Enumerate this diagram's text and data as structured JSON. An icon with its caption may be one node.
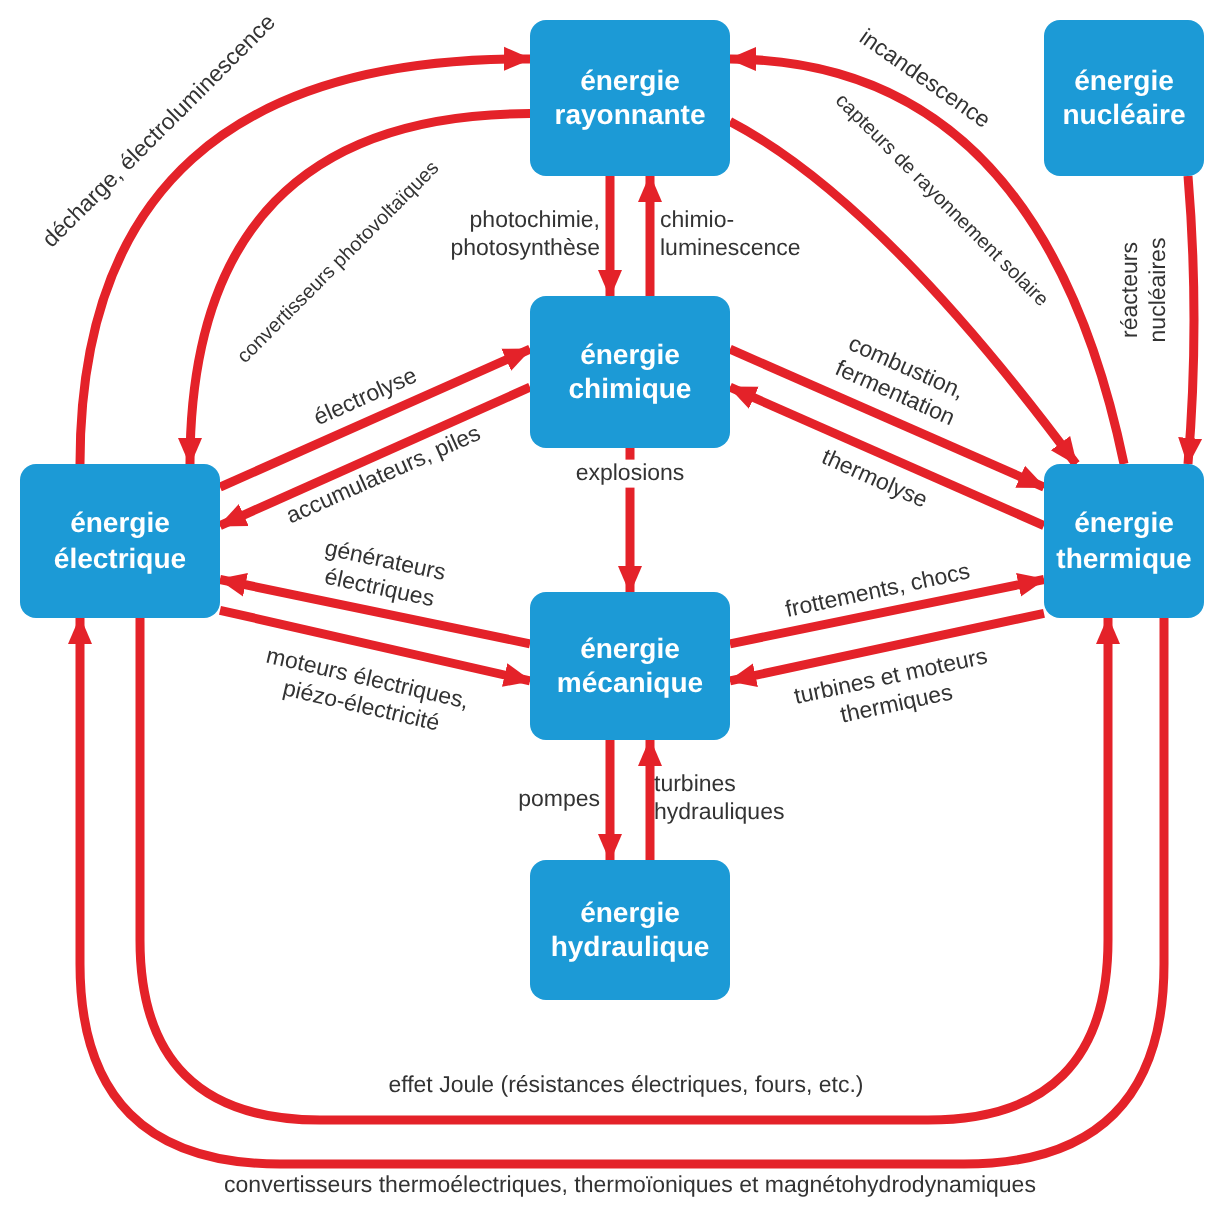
{
  "diagram": {
    "nodes": [
      {
        "text": [
          "énergie rayonnante"
        ]
      },
      {
        "text": [
          "énergie nucléaire"
        ]
      },
      {
        "text": [
          "énergie chimique"
        ]
      },
      {
        "text": [
          "énergie électrique"
        ]
      },
      {
        "text": [
          "énergie thermique"
        ]
      },
      {
        "text": [
          "énergie mécanique"
        ]
      },
      {
        "text": [
          "énergie hydraulique"
        ]
      }
    ],
    "edges": [
      {
        "from": 3,
        "to": 0,
        "arrow": "to",
        "label": "décharge, électroluminescence"
      },
      {
        "from": 0,
        "to": 3,
        "arrow": "to",
        "label": "convertisseurs photovoltaïques"
      },
      {
        "from": 4,
        "to": 0,
        "arrow": "to",
        "label": "incandescence"
      },
      {
        "from": 0,
        "to": 4,
        "arrow": "to",
        "label": "capteurs de rayonnement solaire"
      },
      {
        "from": 0,
        "to": 2,
        "arrow": "to",
        "label": "photochimie, photosynthèse"
      },
      {
        "from": 2,
        "to": 0,
        "arrow": "to",
        "label": "chimio- luminescence"
      },
      {
        "from": 3,
        "to": 2,
        "arrow": "to",
        "label": "électrolyse"
      },
      {
        "from": 2,
        "to": 3,
        "arrow": "to",
        "label": "accumulateurs, piles"
      },
      {
        "from": 2,
        "to": 4,
        "arrow": "to",
        "label": "combustion, fermentation"
      },
      {
        "from": 4,
        "to": 2,
        "arrow": "to",
        "label": "thermolyse"
      },
      {
        "from": 1,
        "to": 4,
        "arrow": "to",
        "label": "réacteurs nucléaires"
      },
      {
        "from": 2,
        "to": 5,
        "arrow": "to",
        "label": "explosions"
      },
      {
        "from": 5,
        "to": 3,
        "arrow": "to",
        "label": "générateurs électriques"
      },
      {
        "from": 3,
        "to": 5,
        "arrow": "to",
        "label": "moteurs électriques, piézo-électricité"
      },
      {
        "from": 5,
        "to": 4,
        "arrow": "to",
        "label": "frottements, chocs"
      },
      {
        "from": 4,
        "to": 5,
        "arrow": "to",
        "label": "turbines et moteurs thermiques"
      },
      {
        "from": 5,
        "to": 6,
        "arrow": "to",
        "label": "pompes"
      },
      {
        "from": 6,
        "to": 5,
        "arrow": "to",
        "label": "turbines hydrauliques"
      },
      {
        "from": 3,
        "to": 4,
        "arrow": "to",
        "label": "effet Joule (résistances électriques, fours, etc.)"
      },
      {
        "from": 4,
        "to": 3,
        "arrow": "to",
        "label": "convertisseurs thermoélectriques, thermoïoniques et magnétohydrodynamiques"
      }
    ]
  }
}
